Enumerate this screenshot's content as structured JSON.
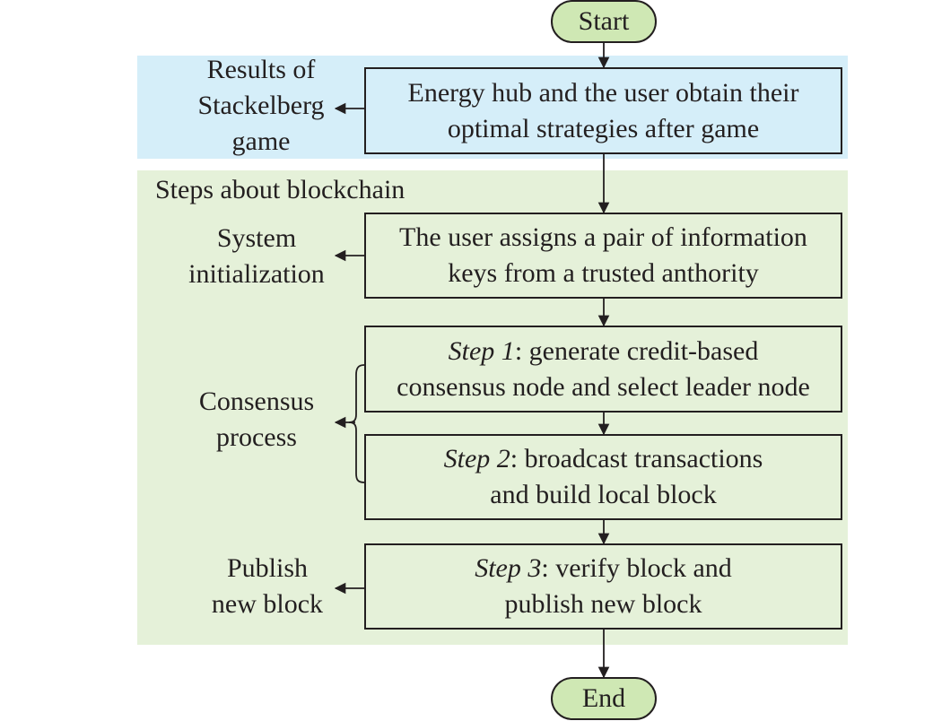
{
  "colors": {
    "results_band": "#d5eef9",
    "blockchain_band": "#e5f1d9",
    "terminal_fill": "#cfe8b4",
    "stroke": "#231f20"
  },
  "start": "Start",
  "end": "End",
  "results_section": {
    "label_lines": [
      "Results of",
      "Stackelberg",
      "game"
    ],
    "box_lines": [
      "Energy hub and the user obtain their",
      "optimal strategies after game"
    ]
  },
  "blockchain_section": {
    "title": "Steps about blockchain",
    "init": {
      "label_lines": [
        "System",
        "initialization"
      ],
      "box_lines": [
        "The user assigns a pair of information",
        "keys from a trusted anthority"
      ]
    },
    "consensus": {
      "label_lines": [
        "Consensus",
        "process"
      ],
      "step1": {
        "step": "Step 1",
        "line1_rest": ": generate credit-based",
        "line2": "consensus node and select leader node"
      },
      "step2": {
        "step": "Step 2",
        "line1_rest": ": broadcast transactions",
        "line2": "and build local block"
      }
    },
    "publish": {
      "label_lines": [
        "Publish",
        "new block"
      ],
      "step3": {
        "step": "Step 3",
        "line1_rest": ": verify block and",
        "line2": "publish new block"
      }
    }
  }
}
